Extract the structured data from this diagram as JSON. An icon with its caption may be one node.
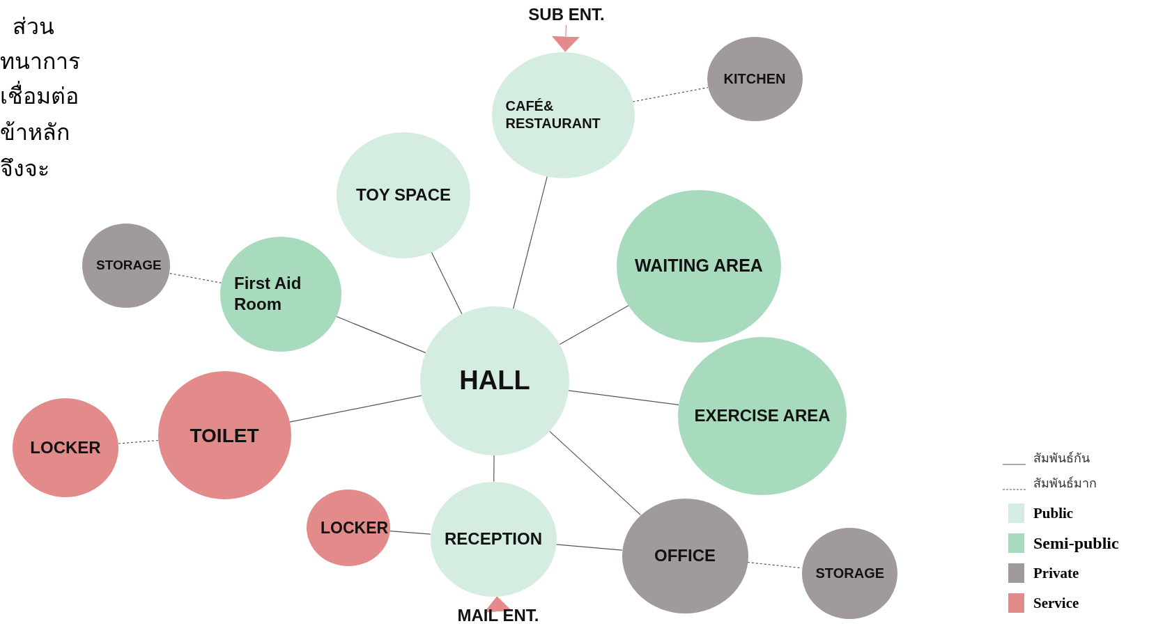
{
  "diagram": {
    "nodes": [
      {
        "text": [
          "HALL"
        ]
      },
      {
        "text": [
          "CAFÉ& RESTAURANT"
        ]
      },
      {
        "text": [
          "KITCHEN"
        ]
      },
      {
        "text": [
          "TOY SPACE"
        ]
      },
      {
        "text": [
          "WAITING AREA"
        ]
      },
      {
        "text": [
          "STORAGE"
        ]
      },
      {
        "text": [
          "First Aid Room"
        ]
      },
      {
        "text": [
          "EXERCISE AREA"
        ]
      },
      {
        "text": [
          "LOCKER"
        ]
      },
      {
        "text": [
          "TOILET"
        ]
      },
      {
        "text": [
          "LOCKER"
        ]
      },
      {
        "text": [
          "RECEPTION"
        ]
      },
      {
        "text": [
          "OFFICE"
        ]
      },
      {
        "text": [
          "STORAGE"
        ]
      },
      {
        "text": [
          "SUB ENT."
        ]
      },
      {
        "text": [
          "MAIL ENT."
        ]
      }
    ],
    "edges": [
      {
        "from": 0,
        "to": 1,
        "arrow": "none"
      },
      {
        "from": 0,
        "to": 3,
        "arrow": "none"
      },
      {
        "from": 0,
        "to": 4,
        "arrow": "none"
      },
      {
        "from": 0,
        "to": 6,
        "arrow": "none"
      },
      {
        "from": 0,
        "to": 7,
        "arrow": "none"
      },
      {
        "from": 0,
        "to": 9,
        "arrow": "none"
      },
      {
        "from": 0,
        "to": 11,
        "arrow": "none"
      },
      {
        "from": 0,
        "to": 12,
        "arrow": "none"
      },
      {
        "from": 11,
        "to": 10,
        "arrow": "none"
      },
      {
        "from": 11,
        "to": 12,
        "arrow": "none"
      },
      {
        "from": 1,
        "to": 2,
        "arrow": "none",
        "style": "dashed"
      },
      {
        "from": 6,
        "to": 5,
        "arrow": "none",
        "style": "dashed"
      },
      {
        "from": 9,
        "to": 8,
        "arrow": "none",
        "style": "dashed"
      },
      {
        "from": 12,
        "to": 13,
        "arrow": "none",
        "style": "dashed"
      },
      {
        "from": 14,
        "to": 1,
        "arrow": "to",
        "color": "#e38b8b"
      },
      {
        "from": 15,
        "to": 11,
        "arrow": "to",
        "color": "#e38b8b"
      }
    ],
    "labels": [
      "ส่วน",
      "ทนาการ",
      "เชื่อมต่อ",
      "ข้าหลัก",
      "จึงจะ"
    ],
    "legend": [
      {
        "text": "สัมพันธ์กัน"
      },
      {
        "text": "สัมพันธ์มาก"
      },
      {
        "text": "Public",
        "color": "#d5ede0"
      },
      {
        "text": "Semi-public",
        "color": "#a8dbbd"
      },
      {
        "text": "Private",
        "color": "#a09b9a"
      },
      {
        "text": "Service",
        "color": "#e38b8b"
      }
    ]
  }
}
